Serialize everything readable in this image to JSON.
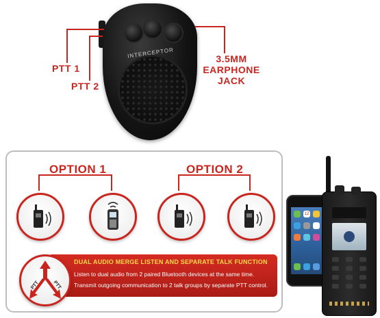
{
  "device": {
    "brand": "INTERCEPTOR",
    "labels": {
      "ptt1": "PTT 1",
      "ptt2": "PTT 2",
      "jack_line1": "3.5MM",
      "jack_line2": "EARPHONE",
      "jack_line3": "JACK"
    }
  },
  "options": [
    {
      "title": "OPTION 1"
    },
    {
      "title": "OPTION 2"
    }
  ],
  "banner": {
    "title": "DUAL AUDIO MERGE LISTEN AND SEPARATE TALK FUNCTION",
    "line1": "Listen to dual audio from 2 paired Bluetooth devices at the same time.",
    "line2": "Transmit outgoing communication to 2 talk groups by separate PTT control."
  },
  "arrow_labels": {
    "left": "PTT",
    "right": "PTT"
  },
  "phone": {
    "date_number": "12"
  },
  "colors": {
    "accent_red": "#c8251f",
    "banner_title": "#f6d94a"
  }
}
